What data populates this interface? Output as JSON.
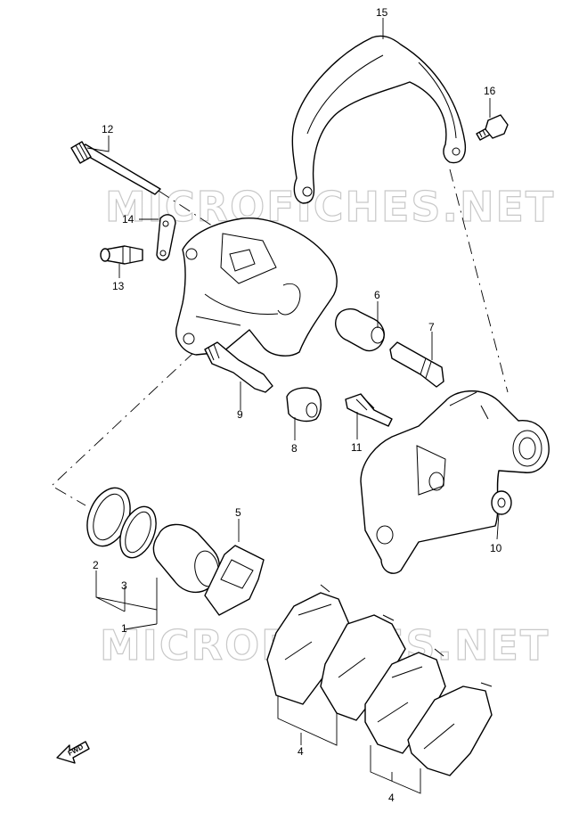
{
  "watermark": "MICROFICHES.NET",
  "fwd_label": "FWD",
  "callouts": {
    "c1": "1",
    "c2": "2",
    "c3": "3",
    "c4a": "4",
    "c4b": "4",
    "c5": "5",
    "c6": "6",
    "c7": "7",
    "c8": "8",
    "c9": "9",
    "c10": "10",
    "c11": "11",
    "c12": "12",
    "c13": "13",
    "c14": "14",
    "c15": "15",
    "c16": "16"
  }
}
